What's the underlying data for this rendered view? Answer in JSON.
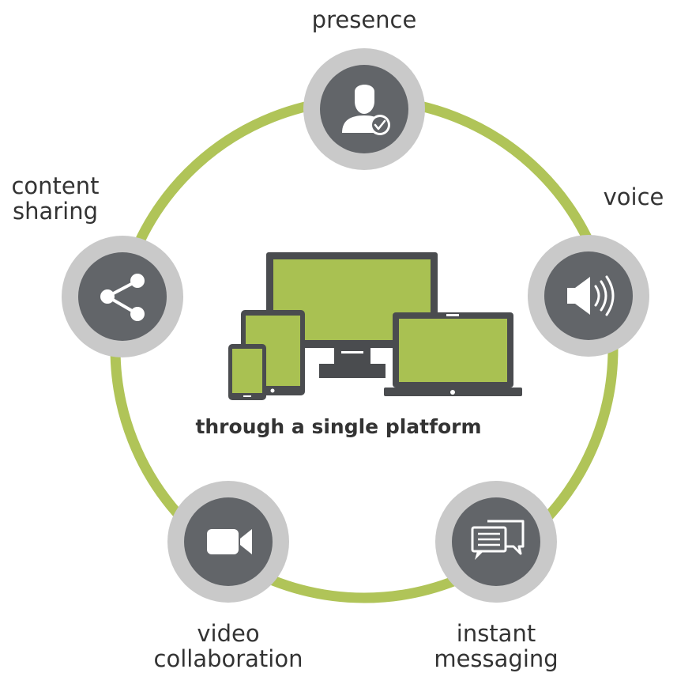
{
  "colors": {
    "ring": "#b0c458",
    "halo": "#c9c9c9",
    "node": "#626569",
    "device_frame": "#4a4c4f",
    "screen": "#a9c152",
    "text": "#333333"
  },
  "nodes": [
    {
      "id": "presence",
      "label_lines": [
        "presence"
      ],
      "icon": "user-check-icon"
    },
    {
      "id": "voice",
      "label_lines": [
        "voice"
      ],
      "icon": "speaker-icon"
    },
    {
      "id": "instant-messaging",
      "label_lines": [
        "instant",
        "messaging"
      ],
      "icon": "chat-icon"
    },
    {
      "id": "video-collaboration",
      "label_lines": [
        "video",
        "collaboration"
      ],
      "icon": "video-camera-icon"
    },
    {
      "id": "content-sharing",
      "label_lines": [
        "content",
        "sharing"
      ],
      "icon": "share-icon"
    }
  ],
  "center": {
    "caption": "through a single platform",
    "icon": "devices-icon"
  }
}
